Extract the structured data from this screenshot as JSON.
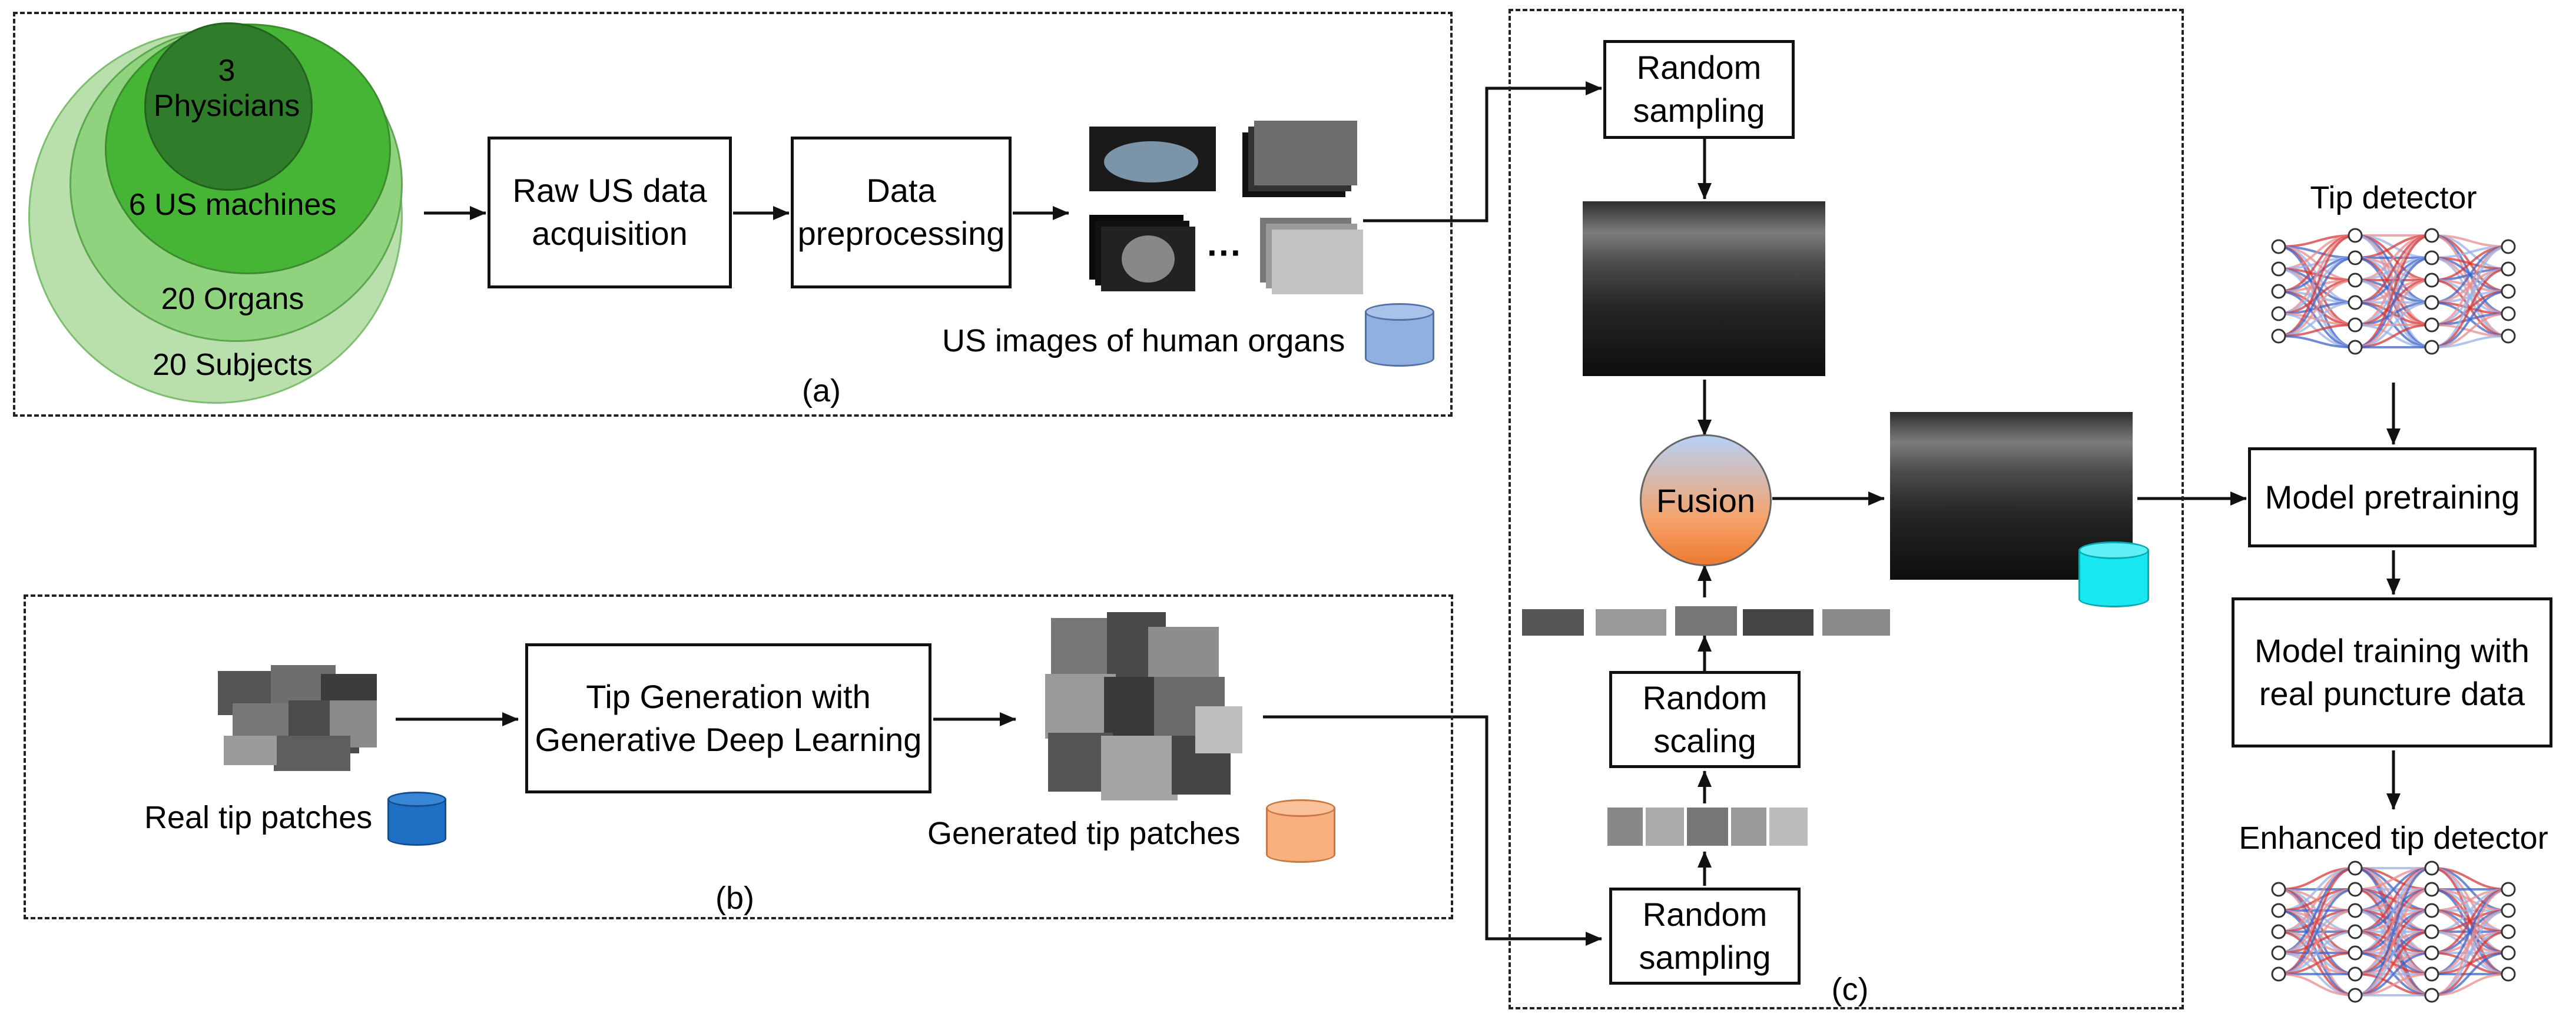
{
  "panels": {
    "a": "(a)",
    "b": "(b)",
    "c": "(c)"
  },
  "circles": [
    {
      "label": "20 Subjects",
      "color": "#b9dfac"
    },
    {
      "label": "20 Organs",
      "color": "#8fd37f"
    },
    {
      "label": "6 US machines",
      "color": "#46b536"
    },
    {
      "label": "3\nPhysicians",
      "color": "#2f7d2b"
    }
  ],
  "panel_a": {
    "raw_box": "Raw US data\nacquisition",
    "preproc_box": "Data\npreprocessing",
    "ellipsis": "···",
    "caption": "US images of human organs",
    "db_color": "#8fb0e0"
  },
  "panel_b": {
    "real_caption": "Real tip patches",
    "real_db_color": "#1f6fc4",
    "gen_box": "Tip Generation with\nGenerative Deep Learning",
    "gen_caption": "Generated tip patches",
    "gen_db_color": "#f9b07e"
  },
  "panel_c": {
    "sample_top": "Random\nsampling",
    "fusion": "Fusion",
    "scaling": "Random\nscaling",
    "sample_bottom": "Random\nsampling",
    "db_color": "#17e7f0"
  },
  "right": {
    "tip_detector": "Tip detector",
    "pretraining": "Model pretraining",
    "training": "Model training with\nreal puncture data",
    "enhanced": "Enhanced tip detector"
  }
}
